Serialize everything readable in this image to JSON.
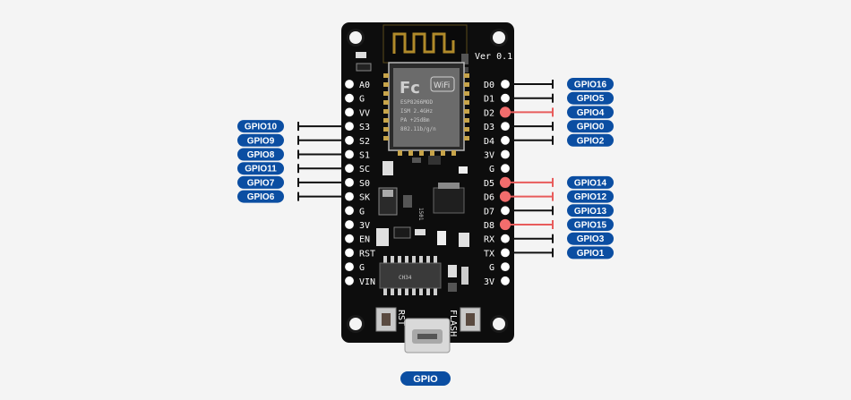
{
  "board": {
    "version": "Ver 0.1",
    "button_rst": "RST",
    "button_flash": "FLASH",
    "module_brand": "Fc",
    "module_model": "ESP8266MOD",
    "module_line1": "ISM 2.4GHz",
    "module_line2": "PA +25dBm",
    "module_line3": "802.11b/g/n",
    "wifi_logo": "WiFi",
    "regulator_text": "1501",
    "chip_text": "CH34"
  },
  "left_pins": [
    {
      "label": "A0",
      "gpio": null
    },
    {
      "label": "G",
      "gpio": null
    },
    {
      "label": "VV",
      "gpio": null
    },
    {
      "label": "S3",
      "gpio": "GPIO10"
    },
    {
      "label": "S2",
      "gpio": "GPIO9"
    },
    {
      "label": "S1",
      "gpio": "GPIO8"
    },
    {
      "label": "SC",
      "gpio": "GPIO11"
    },
    {
      "label": "S0",
      "gpio": "GPIO7"
    },
    {
      "label": "SK",
      "gpio": "GPIO6"
    },
    {
      "label": "G",
      "gpio": null
    },
    {
      "label": "3V",
      "gpio": null
    },
    {
      "label": "EN",
      "gpio": null
    },
    {
      "label": "RST",
      "gpio": null
    },
    {
      "label": "G",
      "gpio": null
    },
    {
      "label": "VIN",
      "gpio": null
    }
  ],
  "right_pins": [
    {
      "label": "D0",
      "gpio": "GPIO16",
      "highlight": false
    },
    {
      "label": "D1",
      "gpio": "GPIO5",
      "highlight": false
    },
    {
      "label": "D2",
      "gpio": "GPIO4",
      "highlight": true
    },
    {
      "label": "D3",
      "gpio": "GPIO0",
      "highlight": false
    },
    {
      "label": "D4",
      "gpio": "GPIO2",
      "highlight": false
    },
    {
      "label": "3V",
      "gpio": null,
      "highlight": false
    },
    {
      "label": "G",
      "gpio": null,
      "highlight": false
    },
    {
      "label": "D5",
      "gpio": "GPIO14",
      "highlight": true
    },
    {
      "label": "D6",
      "gpio": "GPIO12",
      "highlight": true
    },
    {
      "label": "D7",
      "gpio": "GPIO13",
      "highlight": false
    },
    {
      "label": "D8",
      "gpio": "GPIO15",
      "highlight": true
    },
    {
      "label": "RX",
      "gpio": "GPIO3",
      "highlight": false
    },
    {
      "label": "TX",
      "gpio": "GPIO1",
      "highlight": false
    },
    {
      "label": "G",
      "gpio": null,
      "highlight": false
    },
    {
      "label": "3V",
      "gpio": null,
      "highlight": false
    }
  ],
  "legend": {
    "label": "GPIO"
  },
  "colors": {
    "badge": "#0b4ea2",
    "line": "#111111",
    "highlight_line": "#e85c5c",
    "highlight_pad": "#f26d6d",
    "board": "#0d0d0d",
    "background": "#f4f4f4"
  }
}
